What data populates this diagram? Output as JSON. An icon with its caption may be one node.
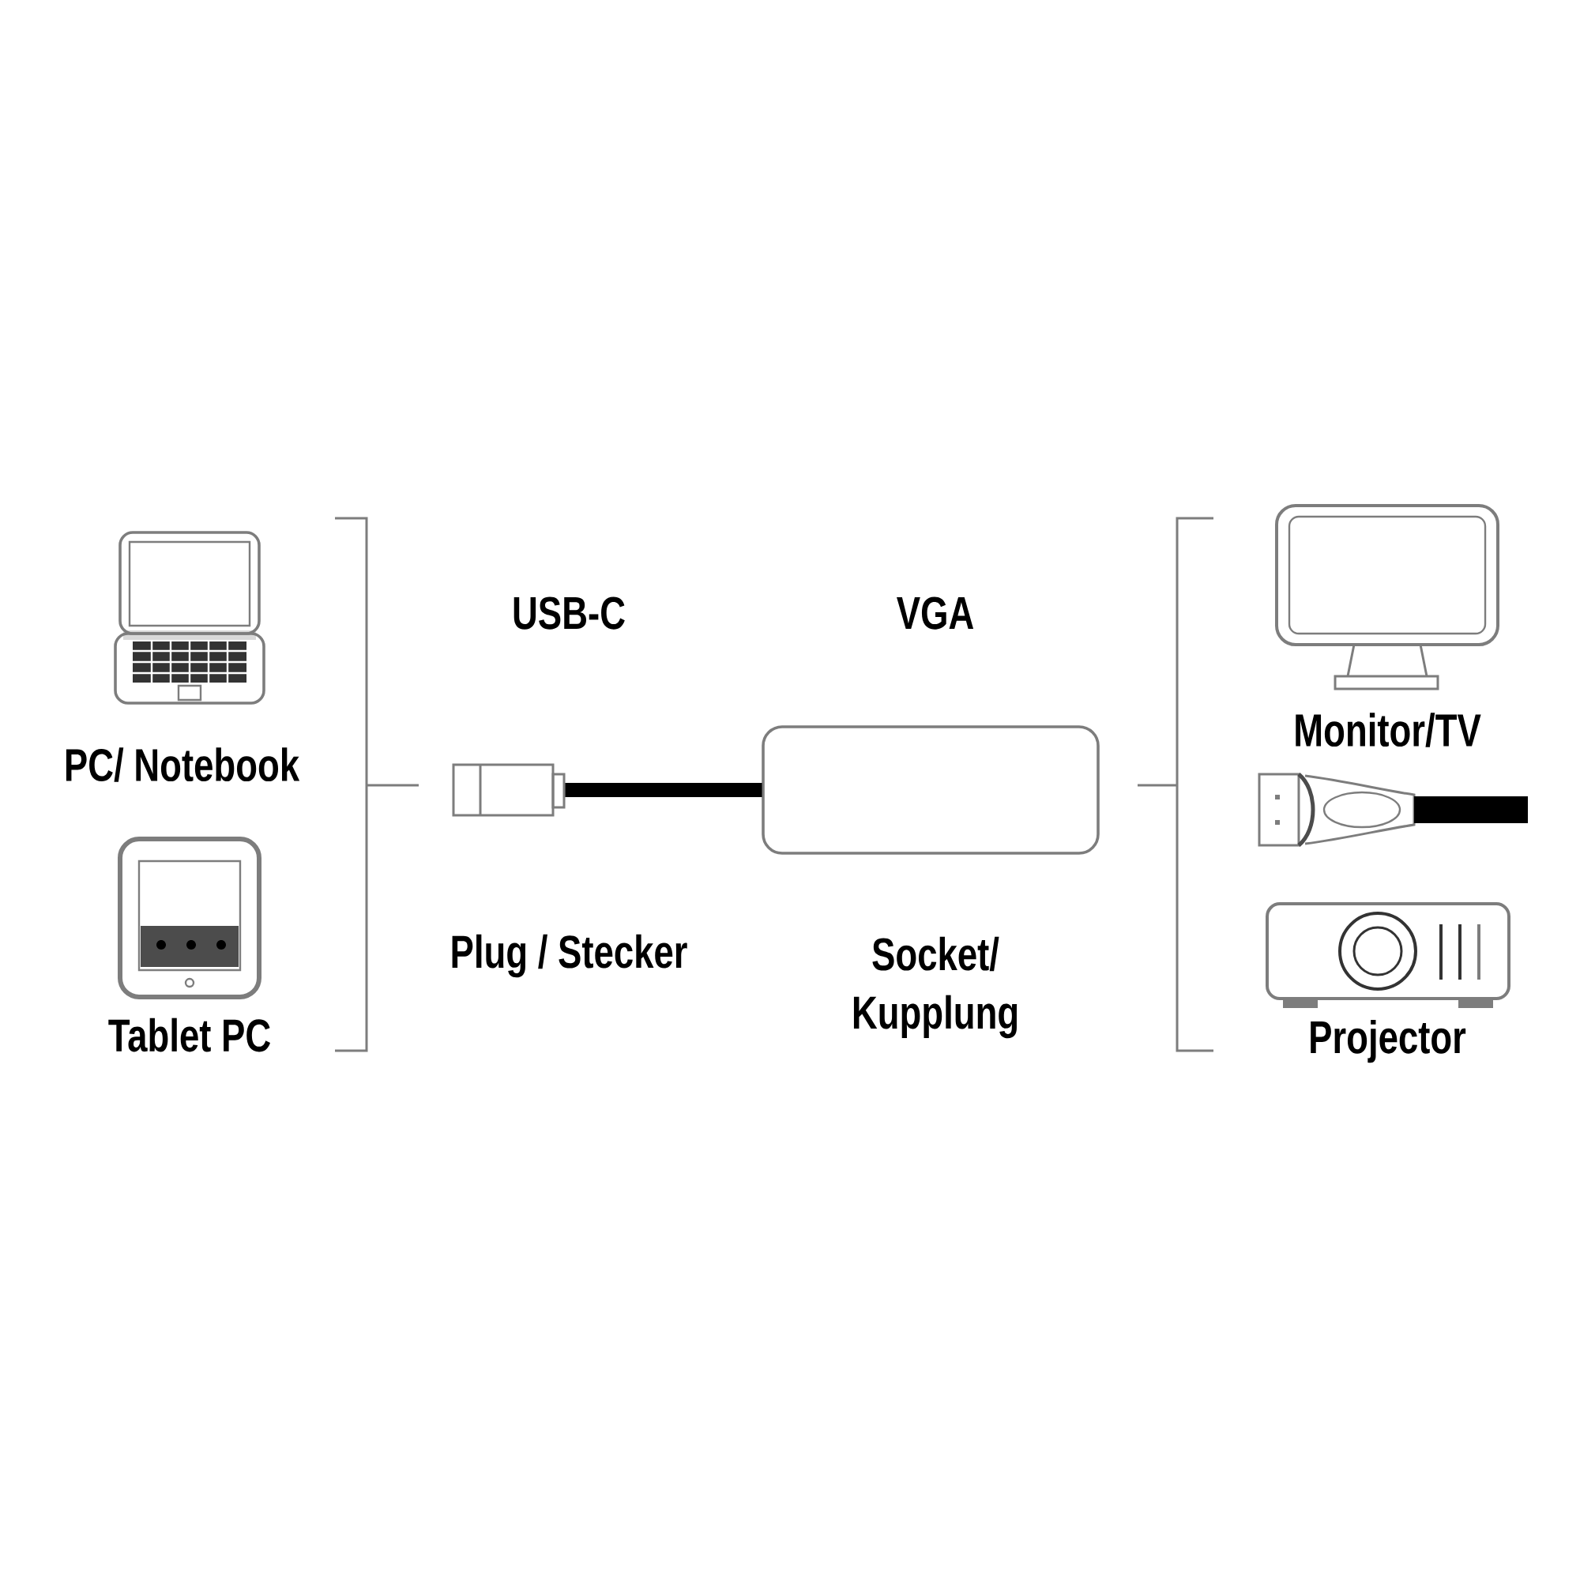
{
  "diagram": {
    "nodes": [
      {
        "text": [
          "PC/ Notebook"
        ]
      },
      {
        "text": [
          "Tablet PC"
        ]
      },
      {
        "text": [
          "USB-C",
          "Plug / Stecker"
        ]
      },
      {
        "text": [
          "VGA",
          "Socket/ Kupplung"
        ]
      },
      {
        "text": [
          "Monitor/TV"
        ]
      },
      {
        "text": [],
        "shape": "picture"
      },
      {
        "text": [
          "Projector"
        ]
      }
    ],
    "edges": [
      {
        "from": 2,
        "to": 3,
        "arrow": "none"
      }
    ]
  }
}
